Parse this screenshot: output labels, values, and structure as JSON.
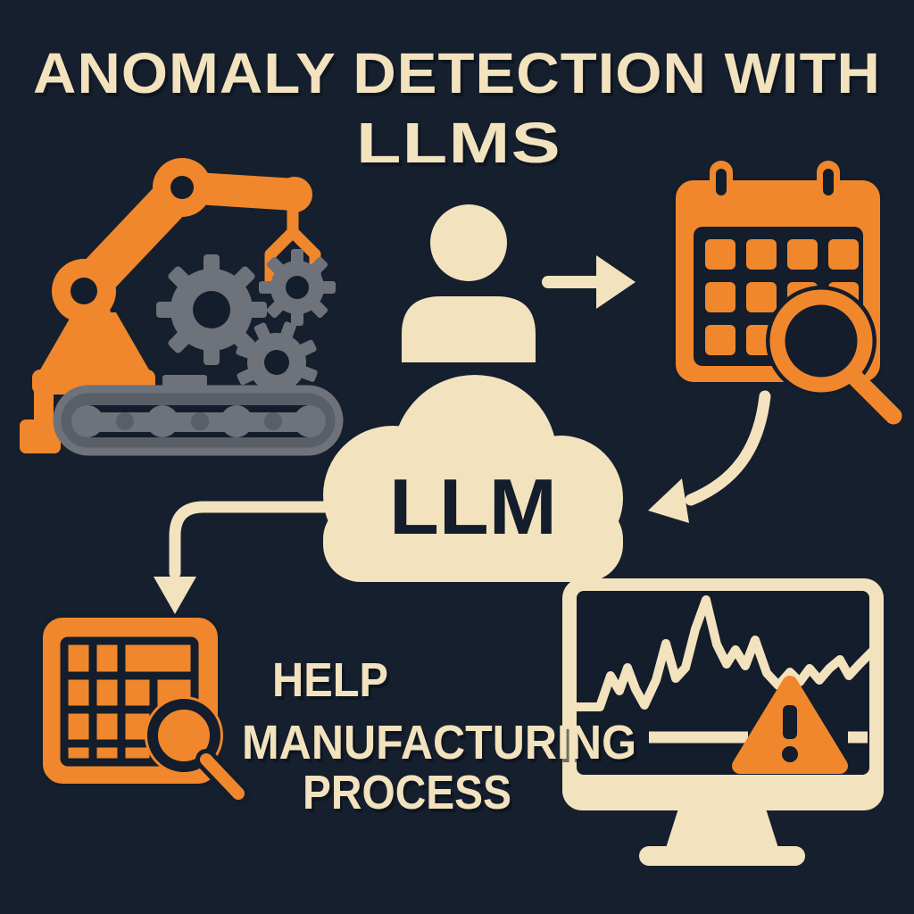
{
  "title": {
    "line1": "ANOMALY DETECTION WITH",
    "line2": "LLMS"
  },
  "cloud": {
    "label": "LLM"
  },
  "caption": {
    "line1": "HELP",
    "line2": "MANUFACTURING",
    "line3": "PROCESS"
  },
  "colors": {
    "background": "#151F2D",
    "ink": "#131D2B",
    "orange": "#F0872C",
    "cream": "#F3E2BE",
    "gray": "#6E727A",
    "gray_dark": "#595E67"
  },
  "icons": {
    "robot-arm-icon": "industrial robot arm with gripper claw",
    "gears-icon": "three gray cog wheels",
    "conveyor-icon": "conveyor belt track with rollers",
    "person-icon": "user silhouette",
    "arrow-right-icon": "straight arrow pointing right",
    "calendar-icon": "calendar grid page",
    "calendar-magnifier-icon": "magnifying glass over calendar",
    "curved-arrow-icon": "curved arrow from calendar to cloud",
    "cloud-icon": "cloud labeled LLM",
    "elbow-arrow-icon": "right-angle arrow from cloud to table",
    "table-icon": "spreadsheet table grid",
    "table-magnifier-icon": "magnifying glass over table",
    "monitor-icon": "desktop monitor with anomaly waveform",
    "waveform-icon": "jagged signal line",
    "warning-triangle-icon": "alert triangle with exclamation mark"
  }
}
